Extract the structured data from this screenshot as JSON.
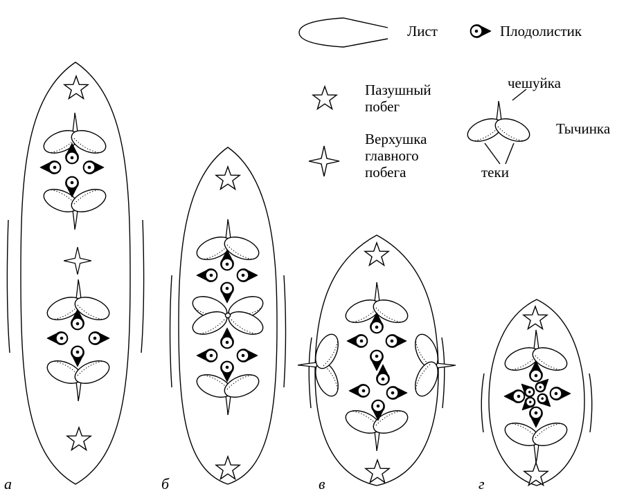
{
  "legend": {
    "leaf": "Лист",
    "carpel": "Плодолистик",
    "axillary_line1": "Пазушный",
    "axillary_line2": "побег",
    "apex_line1": "Верхушка",
    "apex_line2": "главного",
    "apex_line3": "побега",
    "scale": "чешуйка",
    "stamen": "Тычинка",
    "thecae": "теки"
  },
  "panels": {
    "a": "а",
    "b": "б",
    "v": "в",
    "g": "г"
  }
}
